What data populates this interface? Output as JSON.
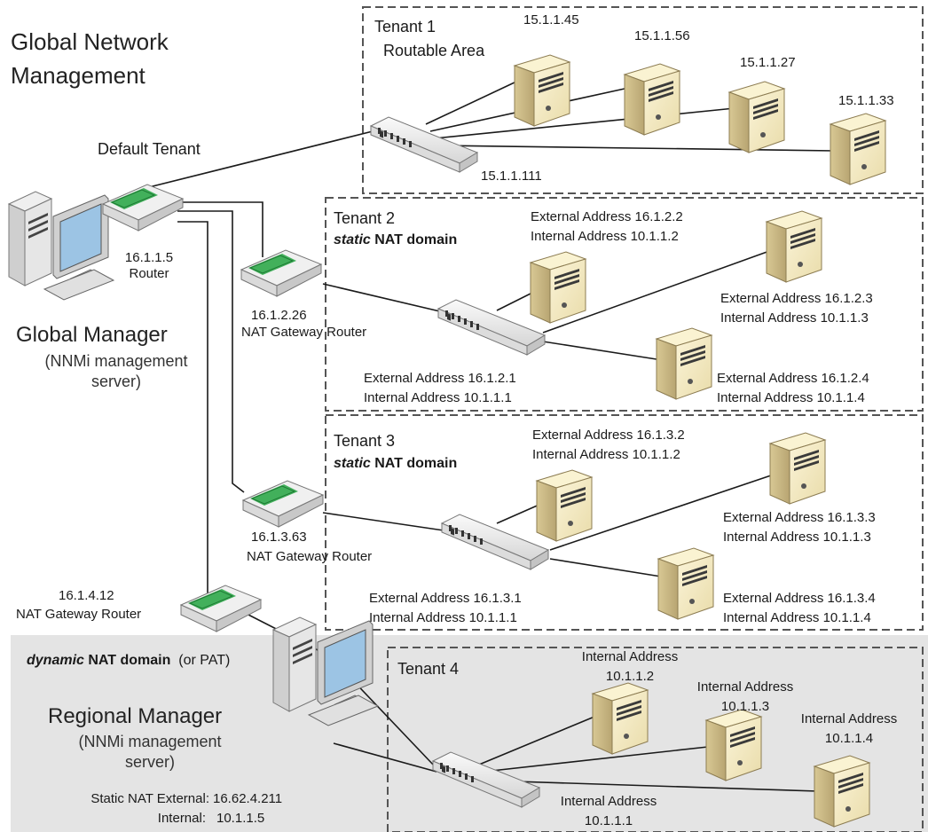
{
  "title": {
    "line1": "Global Network",
    "line2": "Management"
  },
  "default_tenant": "Default Tenant",
  "global_manager": {
    "title": "Global Manager",
    "sub1": "(NNMi management",
    "sub2": "server)"
  },
  "router": {
    "ip": "16.1.1.5",
    "label": "Router"
  },
  "nat_gw2": {
    "ip": "16.1.2.26",
    "label": "NAT Gateway Router"
  },
  "nat_gw3": {
    "ip": "16.1.3.63",
    "label": "NAT Gateway Router"
  },
  "nat_gw4": {
    "ip": "16.1.4.12",
    "label": "NAT Gateway Router"
  },
  "tenant1": {
    "name": "Tenant 1",
    "area": "Routable Area",
    "switch_ip": "15.1.1.111",
    "servers": [
      "15.1.1.45",
      "15.1.1.56",
      "15.1.1.27",
      "15.1.1.33"
    ]
  },
  "tenant2": {
    "name": "Tenant 2",
    "domain_em": "static",
    "domain_rest": " NAT domain",
    "s1_ext": "External Address 16.1.2.2",
    "s1_int": "Internal Address 10.1.1.2",
    "s2_ext": "External Address 16.1.2.3",
    "s2_int": "Internal Address 10.1.1.3",
    "s3_ext": "External Address 16.1.2.4",
    "s3_int": "Internal Address 10.1.1.4",
    "sw_ext": "External Address 16.1.2.1",
    "sw_int": "Internal Address 10.1.1.1"
  },
  "tenant3": {
    "name": "Tenant 3",
    "domain_em": "static",
    "domain_rest": " NAT domain",
    "s1_ext": "External Address 16.1.3.2",
    "s1_int": "Internal Address 10.1.1.2",
    "s2_ext": "External Address 16.1.3.3",
    "s2_int": "Internal Address 10.1.1.3",
    "s3_ext": "External Address 16.1.3.4",
    "s3_int": "Internal Address 10.1.1.4",
    "sw_ext": "External Address 16.1.3.1",
    "sw_int": "Internal Address 10.1.1.1"
  },
  "dynamic": {
    "em": "dynamic",
    "rest": " NAT domain",
    "paren": "(or PAT)"
  },
  "tenant4": {
    "name": "Tenant 4",
    "s1_l1": "Internal Address",
    "s1_l2": "10.1.1.2",
    "s2_l1": "Internal Address",
    "s2_l2": "10.1.1.3",
    "s3_l1": "Internal Address",
    "s3_l2": "10.1.1.4",
    "sw_l1": "Internal Address",
    "sw_l2": "10.1.1.1"
  },
  "regional_manager": {
    "title": "Regional Manager",
    "sub1": "(NNMi management",
    "sub2": "server)",
    "ext_label": "Static NAT External:",
    "ext_val": "16.62.4.211",
    "int_label": "Internal:",
    "int_val": "10.1.1.5"
  },
  "colors": {
    "line": "#1a1a1a",
    "dash": "#555555",
    "gray_region": "#e4e4e4",
    "server_light": "#f4ebc8",
    "server_dark": "#c9b98a",
    "switch": "#e8e8e8",
    "router_green": "#2fa84a"
  }
}
